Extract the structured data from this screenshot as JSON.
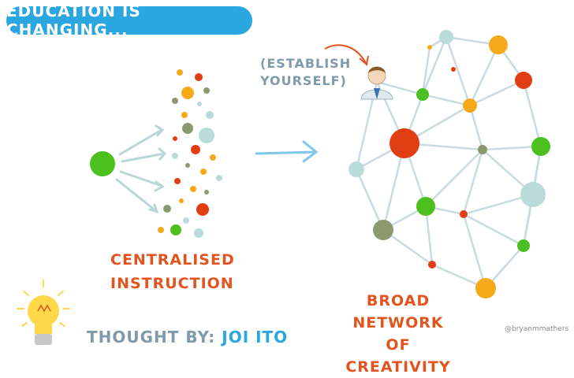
{
  "title": "EDUCATION IS CHANGING...",
  "labels": {
    "establish_line1": "(ESTABLISH",
    "establish_line2": "YOURSELF)",
    "centralised_line1": "CENTRALISED",
    "centralised_line2": "INSTRUCTION",
    "network_line1": "BROAD NETWORK",
    "network_line2": "OF CREATIVITY",
    "thought_prefix": "THOUGHT BY:",
    "thought_author": "JOI ITO",
    "credit": "@bryanmmathers"
  },
  "colors": {
    "banner": "#2aa6e0",
    "orange_text": "#e2541f",
    "green": "#4cc01e",
    "red": "#e23e13",
    "yellow": "#f6a91b",
    "teal": "#b9dcda",
    "olive": "#8a9a6e",
    "bulb": "#ffd84a",
    "arrow": "#7fc7ee"
  },
  "icons": {
    "source_node": "green-circle-icon",
    "person": "person-icon",
    "bulb": "lightbulb-icon",
    "arrows": "arrow-icon"
  }
}
